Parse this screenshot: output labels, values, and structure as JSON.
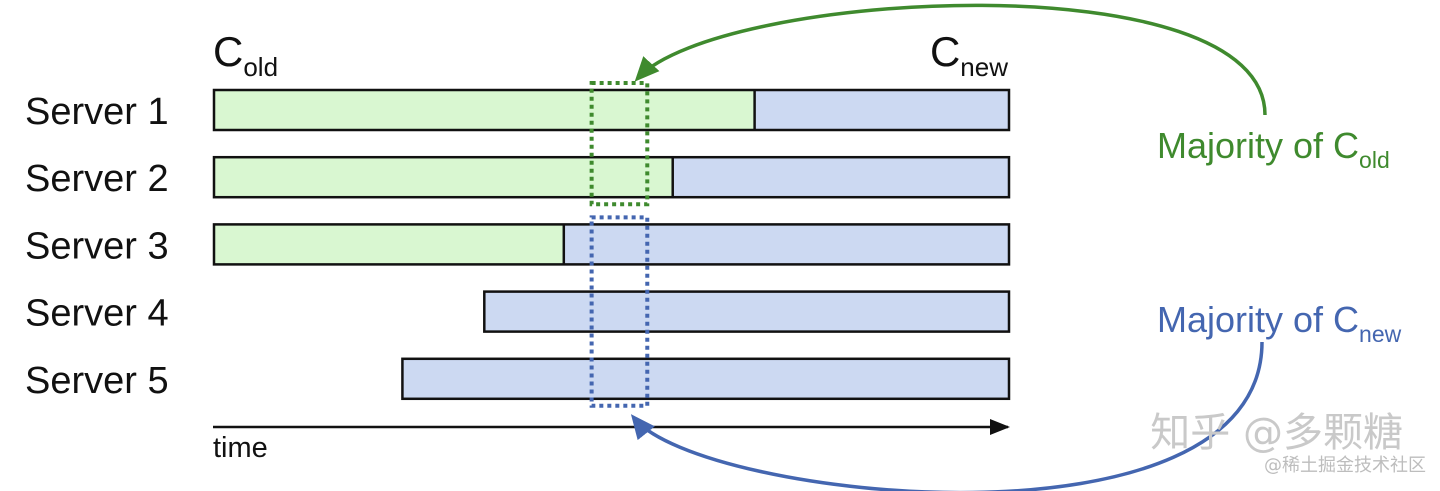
{
  "colors": {
    "old_fill": "#d9f7d1",
    "new_fill": "#ccd9f2",
    "old_accent": "#3f8a2e",
    "new_accent": "#4466b0",
    "border": "#111111"
  },
  "labels": {
    "c_old_main": "C",
    "c_old_sub": "old",
    "c_new_main": "C",
    "c_new_sub": "new",
    "time": "time",
    "majority_old_main": "Majority of C",
    "majority_old_sub": "old",
    "majority_new_main": "Majority of C",
    "majority_new_sub": "new"
  },
  "servers": [
    {
      "label": "Server 1",
      "start": 0.0,
      "switch": 0.68,
      "end": 1.0
    },
    {
      "label": "Server 2",
      "start": 0.0,
      "switch": 0.577,
      "end": 1.0
    },
    {
      "label": "Server 3",
      "start": 0.0,
      "switch": 0.44,
      "end": 1.0
    },
    {
      "label": "Server 4",
      "start": 0.34,
      "switch": 0.34,
      "end": 1.0
    },
    {
      "label": "Server 5",
      "start": 0.237,
      "switch": 0.237,
      "end": 1.0
    }
  ],
  "majority_old": {
    "from_server": 1,
    "to_server": 2,
    "t_start": 0.475,
    "t_end": 0.545
  },
  "majority_new": {
    "from_server": 3,
    "to_server": 5,
    "t_start": 0.475,
    "t_end": 0.545
  },
  "watermark": {
    "main": "知乎 @多颗糖",
    "small": "@稀土掘金技术社区"
  }
}
